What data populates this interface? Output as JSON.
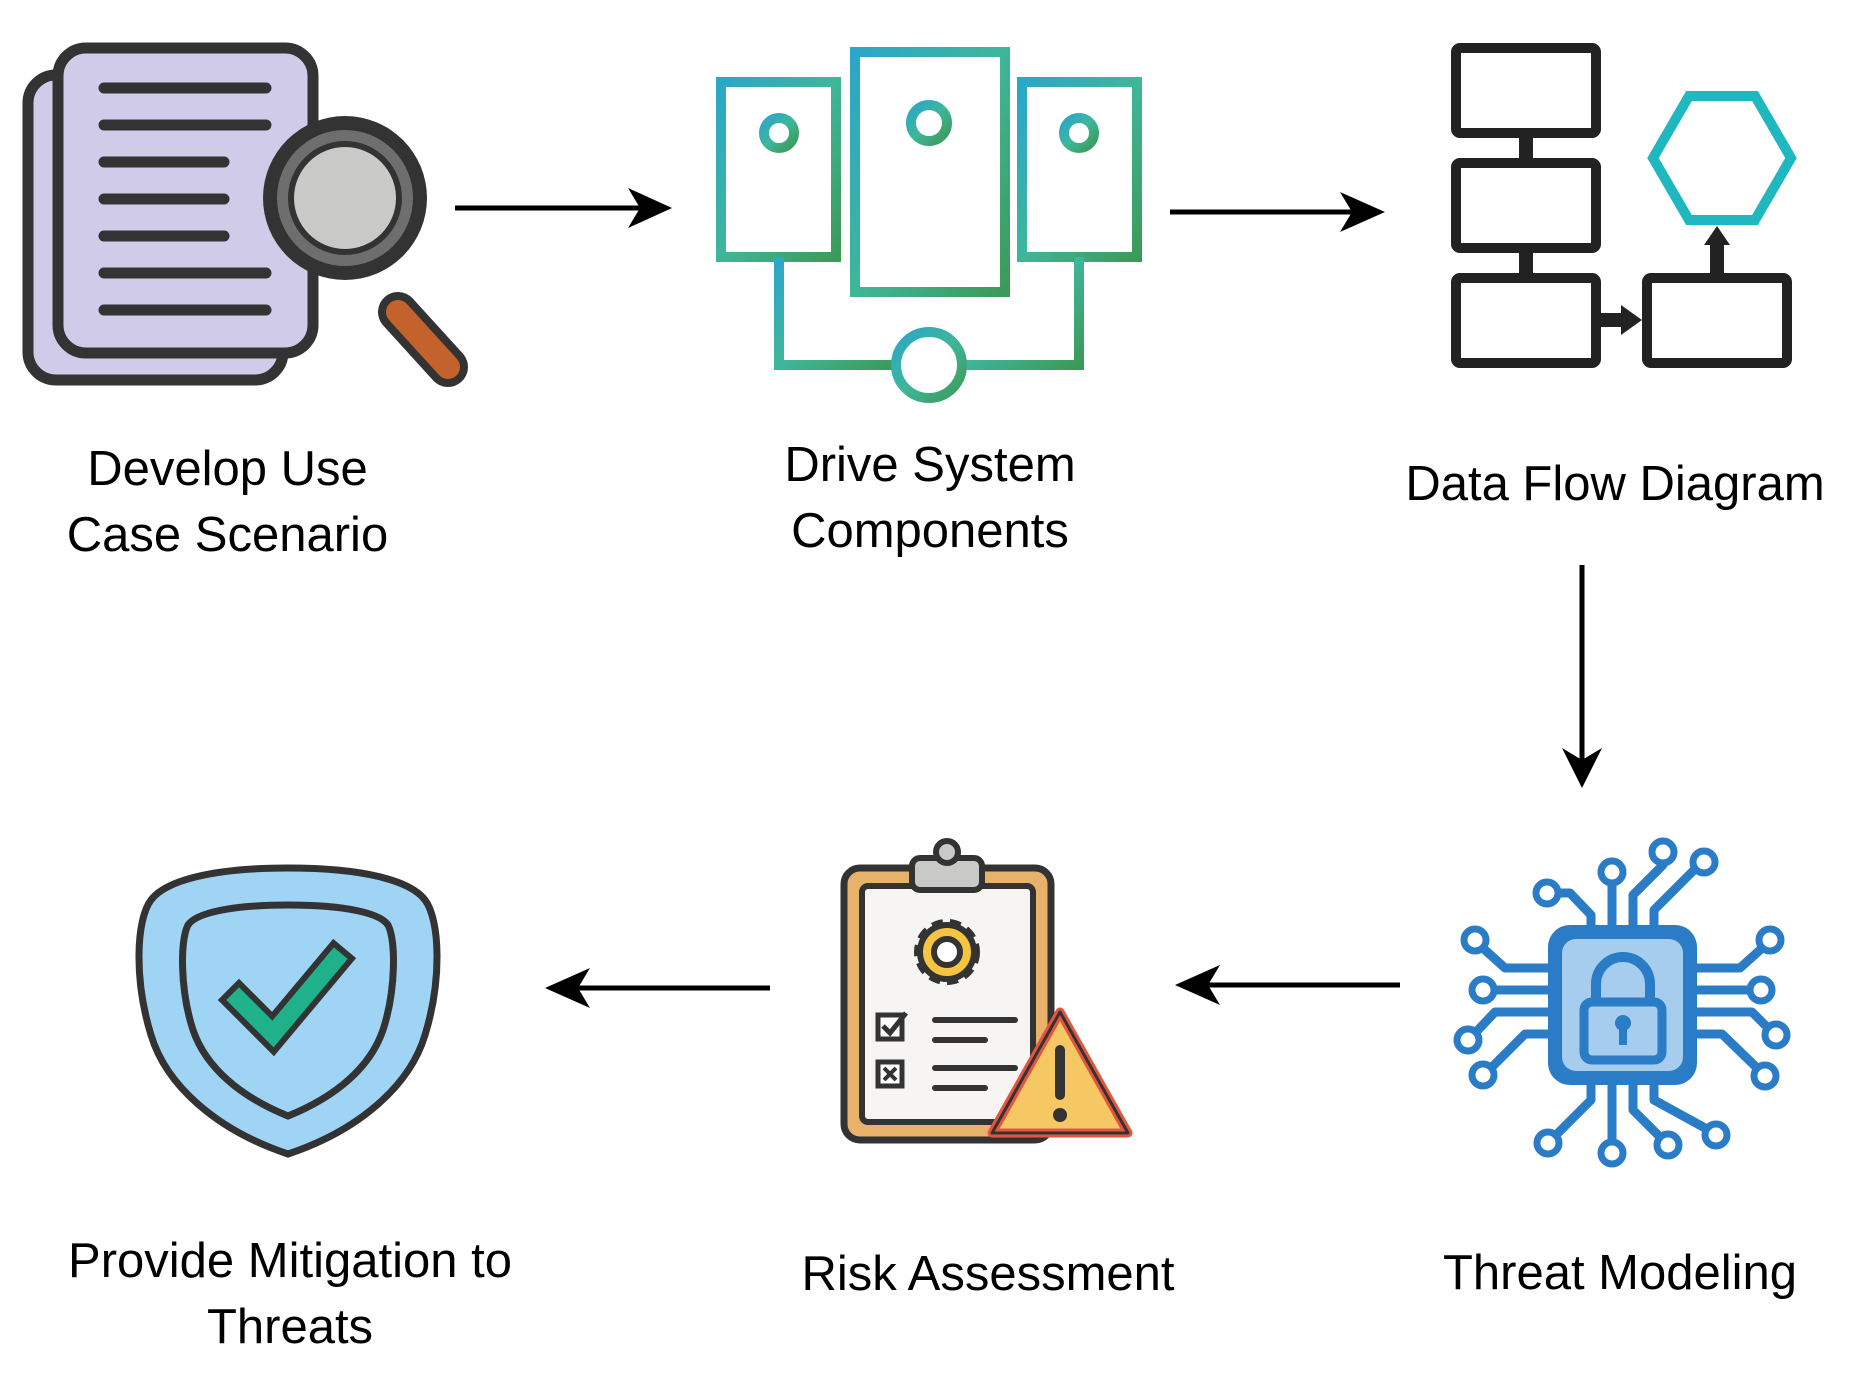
{
  "steps": [
    {
      "id": "use-case",
      "icon": "document-search-icon",
      "lines": [
        "Develop Use",
        "Case Scenario"
      ]
    },
    {
      "id": "components",
      "icon": "system-components-icon",
      "lines": [
        "Drive System",
        "Components"
      ]
    },
    {
      "id": "dfd",
      "icon": "flow-diagram-icon",
      "lines": [
        "Data Flow Diagram"
      ]
    },
    {
      "id": "threat-modeling",
      "icon": "chip-lock-icon",
      "lines": [
        "Threat Modeling"
      ]
    },
    {
      "id": "risk-assessment",
      "icon": "clipboard-warning-icon",
      "lines": [
        "Risk Assessment"
      ]
    },
    {
      "id": "mitigation",
      "icon": "shield-check-icon",
      "lines": [
        "Provide Mitigation to",
        "Threats"
      ]
    }
  ],
  "colors": {
    "arrow": "#000000",
    "doc_fill": "#d0cbe8",
    "lens": "#c9cac8",
    "handle": "#c4622d",
    "teal": "#1fb8c0",
    "chip_blue": "#2a7cc7",
    "chip_light": "#a7cdee",
    "clipboard": "#e8b26b",
    "gear": "#f5c542",
    "warning": "#f6c863",
    "warning_edge": "#e4553f",
    "shield_fill": "#9fd4f4",
    "check": "#1fb28a"
  }
}
